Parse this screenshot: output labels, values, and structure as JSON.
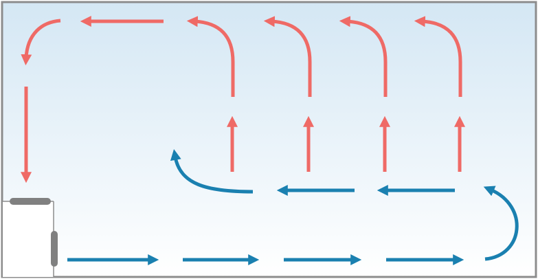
{
  "colors": {
    "warm_air": "#ef6a66",
    "cool_air": "#1a80b0",
    "frame": "#8c8c8c",
    "sky_top": "#d4e7f4",
    "sky_bottom": "#ffffff",
    "device": "#808080"
  },
  "arrows": {
    "warm": [
      {
        "id": "warm-top-run-1",
        "shape": "straight",
        "direction": "left"
      },
      {
        "id": "warm-top-left-corner",
        "shape": "curve",
        "direction": "down"
      },
      {
        "id": "warm-left-descent",
        "shape": "straight",
        "direction": "down"
      },
      {
        "id": "warm-loop-1",
        "shape": "curve",
        "direction": "up-left"
      },
      {
        "id": "warm-loop-2",
        "shape": "curve",
        "direction": "up-left"
      },
      {
        "id": "warm-loop-3",
        "shape": "curve",
        "direction": "up-left"
      },
      {
        "id": "warm-loop-4",
        "shape": "curve",
        "direction": "up-left"
      },
      {
        "id": "warm-rise-1",
        "shape": "straight",
        "direction": "up"
      },
      {
        "id": "warm-rise-2",
        "shape": "straight",
        "direction": "up"
      },
      {
        "id": "warm-rise-3",
        "shape": "straight",
        "direction": "up"
      },
      {
        "id": "warm-rise-4",
        "shape": "straight",
        "direction": "up"
      }
    ],
    "cool": [
      {
        "id": "cool-floor-1",
        "shape": "straight",
        "direction": "right"
      },
      {
        "id": "cool-floor-2",
        "shape": "straight",
        "direction": "right"
      },
      {
        "id": "cool-floor-3",
        "shape": "straight",
        "direction": "right"
      },
      {
        "id": "cool-floor-4",
        "shape": "straight",
        "direction": "right"
      },
      {
        "id": "cool-right-turn",
        "shape": "curve",
        "direction": "up-left"
      },
      {
        "id": "cool-mid-1",
        "shape": "straight",
        "direction": "left"
      },
      {
        "id": "cool-mid-2",
        "shape": "straight",
        "direction": "left"
      },
      {
        "id": "cool-mid-3",
        "shape": "straight",
        "direction": "left"
      },
      {
        "id": "cool-left-turn",
        "shape": "curve",
        "direction": "up"
      }
    ]
  },
  "device": {
    "name": "heater",
    "icon": "radiator-icon"
  }
}
